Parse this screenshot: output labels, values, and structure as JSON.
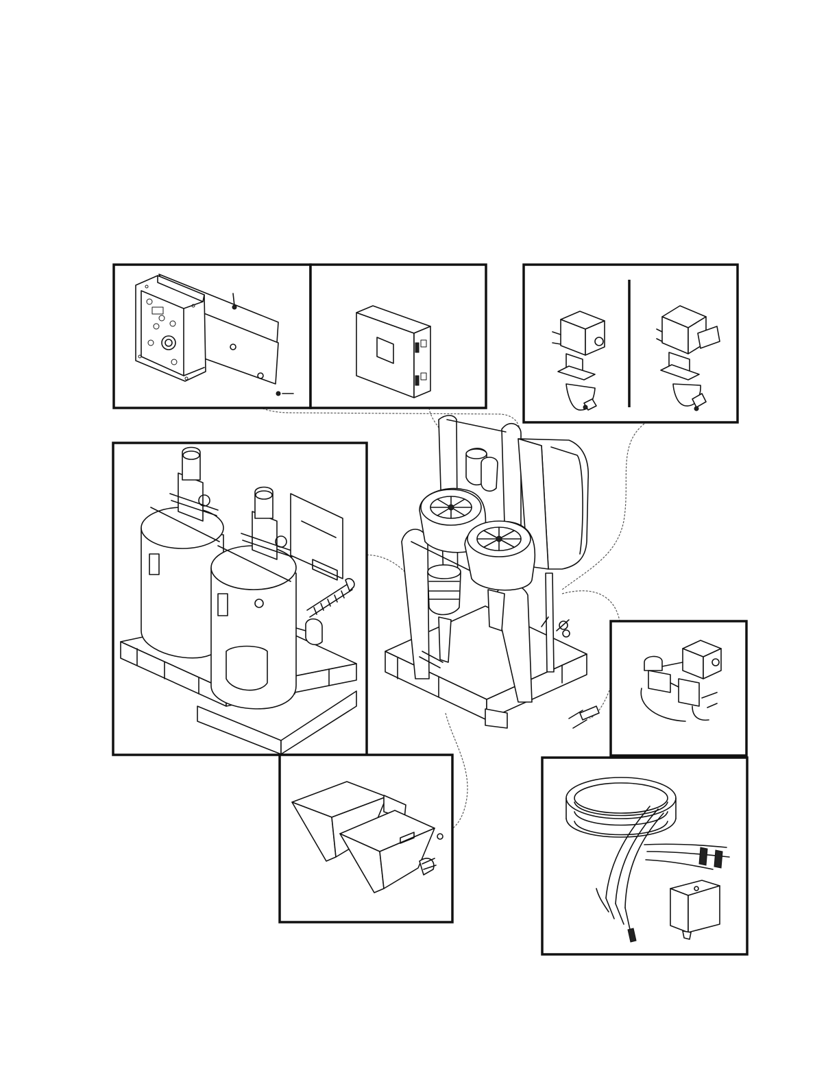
{
  "figure": {
    "panels": [
      {
        "id": "explosion-proof-control-box"
      },
      {
        "id": "junction-box"
      },
      {
        "id": "motor-options"
      },
      {
        "id": "supply-tanks"
      },
      {
        "id": "heater-assembly"
      },
      {
        "id": "heated-hose"
      },
      {
        "id": "hoppers"
      }
    ],
    "main_assembly": "proportioner-frame",
    "line_color": "#111111",
    "background_color": "#ffffff"
  }
}
